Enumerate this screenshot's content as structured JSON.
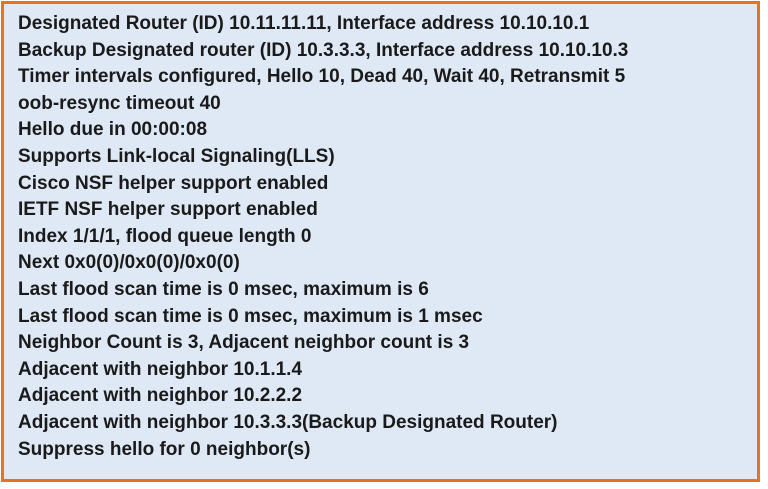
{
  "output": {
    "lines": [
      "Designated Router (ID) 10.11.11.11, Interface address 10.10.10.1",
      "Backup Designated router (ID) 10.3.3.3, Interface address 10.10.10.3",
      "Timer intervals configured, Hello 10, Dead 40, Wait 40, Retransmit 5",
      "oob-resync timeout 40",
      "Hello due in 00:00:08",
      "Supports Link-local Signaling(LLS)",
      "Cisco NSF helper support enabled",
      "IETF NSF helper support enabled",
      "Index 1/1/1, flood queue length 0",
      "Next 0x0(0)/0x0(0)/0x0(0)",
      "Last flood scan time is 0 msec, maximum is 6",
      "Last flood scan time is 0 msec, maximum is 1 msec",
      "Neighbor Count is 3, Adjacent neighbor count is 3",
      "Adjacent with neighbor 10.1.1.4",
      "Adjacent with neighbor 10.2.2.2",
      "Adjacent with neighbor 10.3.3.3(Backup Designated Router)",
      "Suppress hello for 0 neighbor(s)"
    ]
  },
  "colors": {
    "border": "#e8731f",
    "background": "#dfe8f5",
    "text": "#1a1a1a"
  }
}
